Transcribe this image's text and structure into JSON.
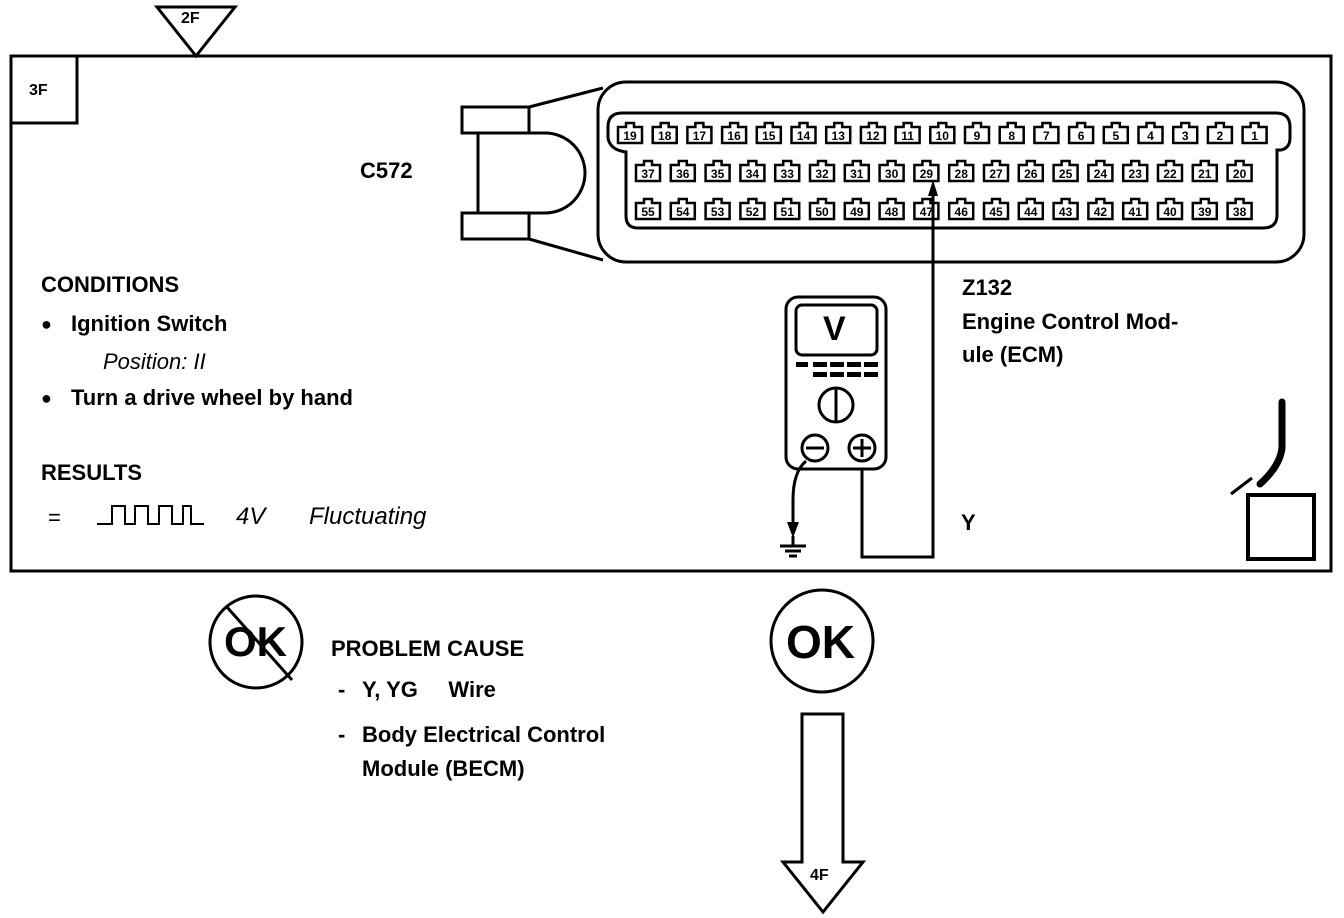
{
  "step": {
    "entry_ref": "2F",
    "step_id": "3F",
    "ok_ref": "4F"
  },
  "connector": {
    "label": "C572",
    "pins_row1": [
      "19",
      "18",
      "17",
      "16",
      "15",
      "14",
      "13",
      "12",
      "11",
      "10",
      "9",
      "8",
      "7",
      "6",
      "5",
      "4",
      "3",
      "2",
      "1"
    ],
    "pins_row2": [
      "37",
      "36",
      "35",
      "34",
      "33",
      "32",
      "31",
      "30",
      "29",
      "28",
      "27",
      "26",
      "25",
      "24",
      "23",
      "22",
      "21",
      "20"
    ],
    "pins_row3": [
      "55",
      "54",
      "53",
      "52",
      "51",
      "50",
      "49",
      "48",
      "47",
      "46",
      "45",
      "44",
      "43",
      "42",
      "41",
      "40",
      "39",
      "38"
    ],
    "probed_pin": "29"
  },
  "module": {
    "id": "Z132",
    "name_line1": "Engine Control Mod-",
    "name_line2": "ule (ECM)"
  },
  "meter": {
    "mode": "V",
    "neg_symbol": "−",
    "pos_symbol": "+"
  },
  "wire_color": "Y",
  "conditions": {
    "heading": "CONDITIONS",
    "items": [
      {
        "bullet": "●",
        "text": "Ignition Switch",
        "sub": "Position: II"
      },
      {
        "bullet": "●",
        "text": "Turn a drive wheel by hand"
      }
    ]
  },
  "results": {
    "heading": "RESULTS",
    "equals": "=",
    "signal_icon": "square-wave-icon",
    "value": "4V",
    "description": "Fluctuating"
  },
  "not_ok": {
    "badge": "OK",
    "heading": "PROBLEM CAUSE",
    "items": [
      {
        "dash": "-",
        "text": "Y, YG     Wire"
      },
      {
        "dash": "-",
        "text": "Body Electrical Control",
        "text2": "Module (BECM)"
      }
    ]
  },
  "ok": {
    "badge": "OK"
  }
}
